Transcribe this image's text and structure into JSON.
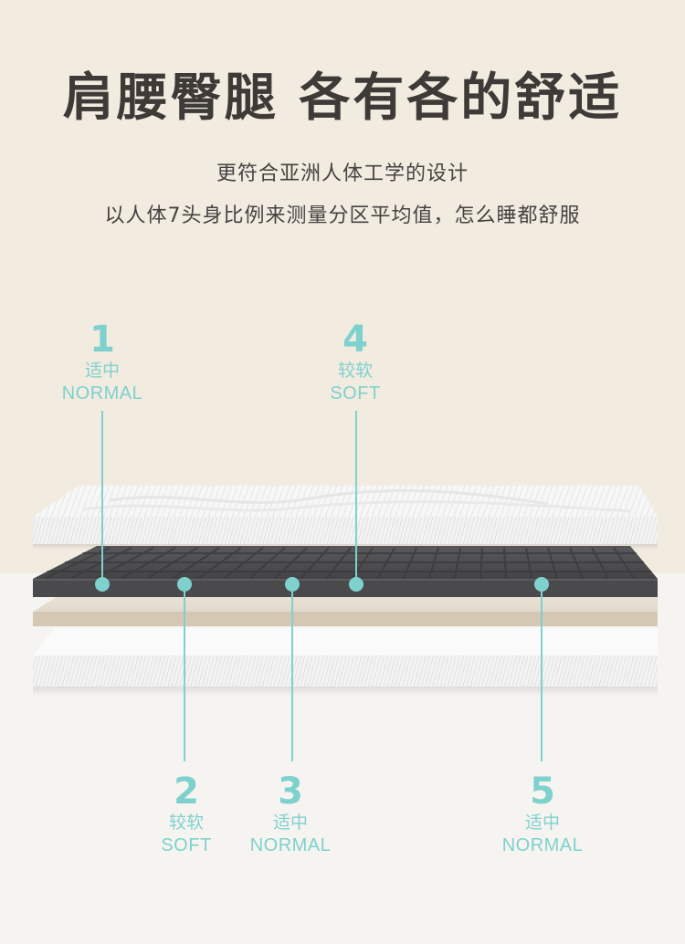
{
  "title": "肩腰臀腿 各有各的舒适",
  "subtitle_line1": "更符合亚洲人体工学的设计",
  "subtitle_line2": "以人体7头身比例来测量分区平均值，怎么睡都舒服",
  "zones": [
    {
      "id": "1",
      "number": "1",
      "cn": "适中",
      "en": "NORMAL"
    },
    {
      "id": "2",
      "number": "2",
      "cn": "较软",
      "en": "SOFT"
    },
    {
      "id": "3",
      "number": "3",
      "cn": "适中",
      "en": "NORMAL"
    },
    {
      "id": "4",
      "number": "4",
      "cn": "较软",
      "en": "SOFT"
    },
    {
      "id": "5",
      "number": "5",
      "cn": "适中",
      "en": "NORMAL"
    }
  ],
  "colors": {
    "accent": "#7fd1cd",
    "background_top": "#f1ebe0",
    "background_bottom": "#f6f4f1",
    "core_layer": "#4a4a4c",
    "latex_layer": "#d4c7b4",
    "cover_layer": "#f4f4f4"
  }
}
